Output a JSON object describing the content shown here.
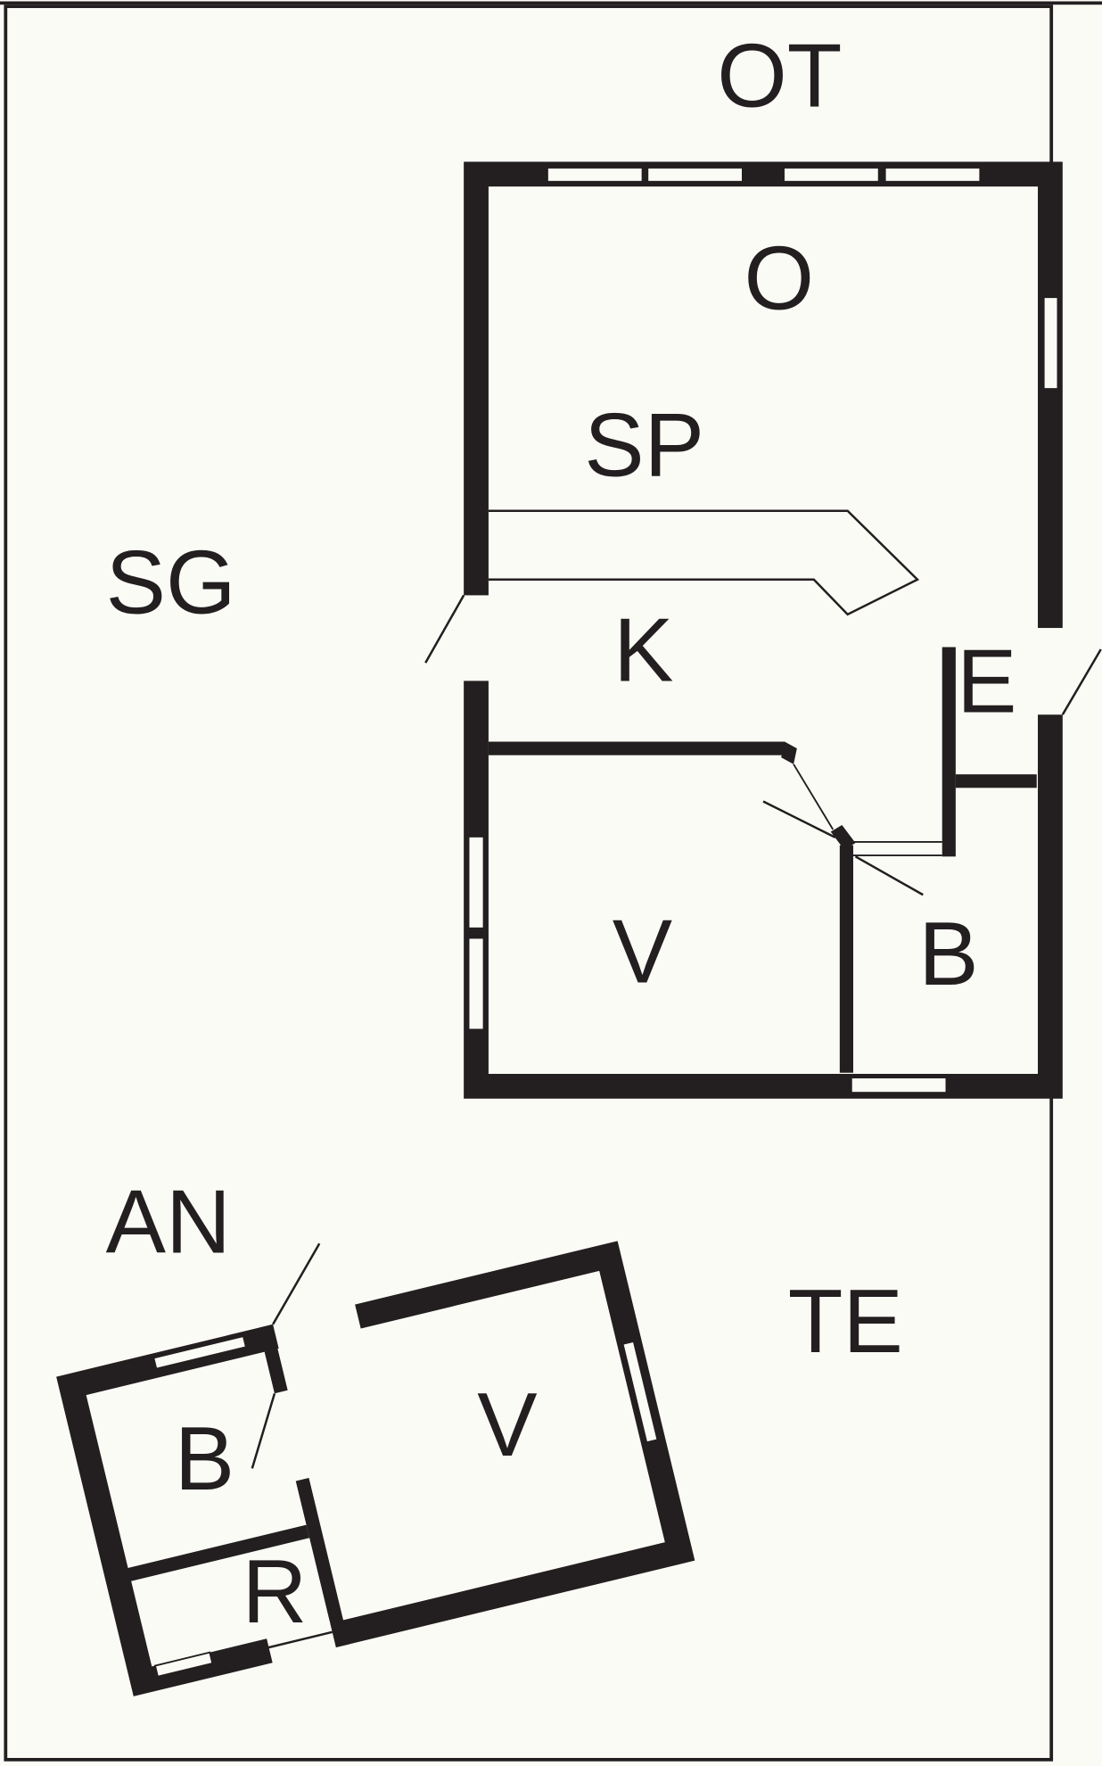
{
  "colors": {
    "background": "#fbfbf6",
    "ink": "#231f20"
  },
  "labels": {
    "ot": "OT",
    "o": "O",
    "sp": "SP",
    "sg": "SG",
    "k": "K",
    "e": "E",
    "v_main": "V",
    "b_main": "B",
    "an": "AN",
    "te": "TE",
    "b_annex": "B",
    "r_annex": "R",
    "v_annex": "V"
  }
}
